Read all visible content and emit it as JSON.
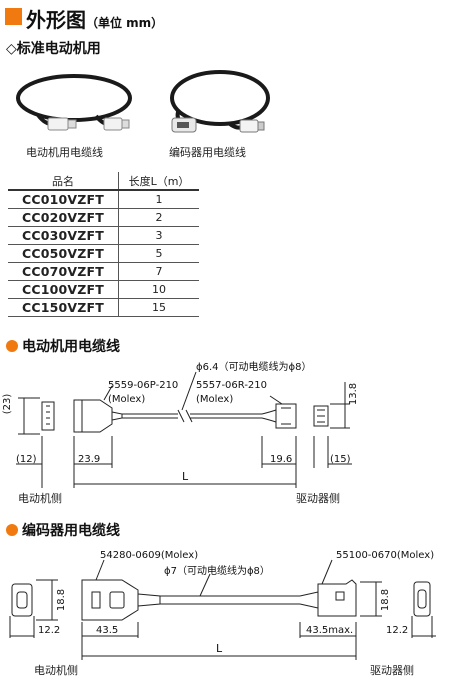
{
  "header": {
    "title": "外形图",
    "unit": "（单位 mm）"
  },
  "section_standard": {
    "title": "◇标准电动机用"
  },
  "photos": {
    "motor_cable_caption": "电动机用电缆线",
    "encoder_cable_caption": "编码器用电缆线"
  },
  "spec_table": {
    "col_model": "品名",
    "col_length": "长度L（m）",
    "rows": [
      {
        "model": "CC010VZFT",
        "length": "1"
      },
      {
        "model": "CC020VZFT",
        "length": "2"
      },
      {
        "model": "CC030VZFT",
        "length": "3"
      },
      {
        "model": "CC050VZFT",
        "length": "5"
      },
      {
        "model": "CC070VZFT",
        "length": "7"
      },
      {
        "model": "CC100VZFT",
        "length": "10"
      },
      {
        "model": "CC150VZFT",
        "length": "15"
      }
    ]
  },
  "motor_drawing": {
    "title": "电动机用电缆线",
    "cable_note": "ϕ6.4（可动电缆线为ϕ8）",
    "connector_left_part": "5559-06P-210",
    "connector_left_maker": "(Molex)",
    "connector_right_part": "5557-06R-210",
    "connector_right_maker": "(Molex)",
    "dim_height_left": "(23)",
    "dim_height_right": "13.8",
    "dim_left_end": "(12)",
    "dim_left_conn": "23.9",
    "dim_right_conn": "19.6",
    "dim_right_end": "(15)",
    "dim_length": "L",
    "side_left": "电动机侧",
    "side_right": "驱动器侧"
  },
  "encoder_drawing": {
    "title": "编码器用电缆线",
    "connector_left_part": "54280-0609(Molex)",
    "connector_right_part": "55100-0670(Molex)",
    "cable_note": "ϕ7（可动电缆线为ϕ8）",
    "dim_height_left": "18.8",
    "dim_height_right": "18.8",
    "dim_left_end": "12.2",
    "dim_left_conn": "43.5",
    "dim_right_conn": "43.5max.",
    "dim_right_end": "12.2",
    "dim_length": "L",
    "side_left": "电动机侧",
    "side_right": "驱动器侧"
  }
}
